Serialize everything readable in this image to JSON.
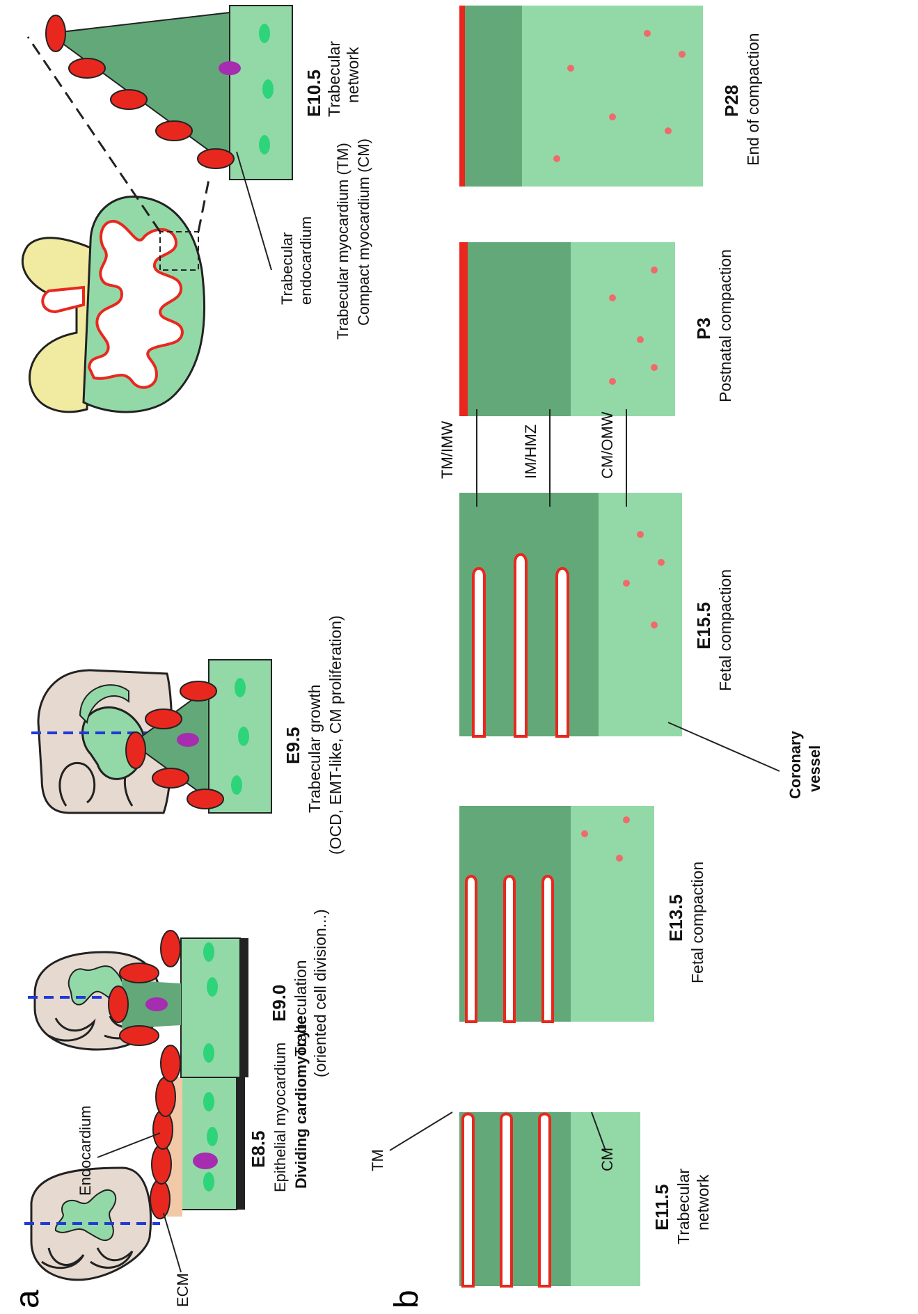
{
  "panel_labels": {
    "a": "a",
    "b": "b"
  },
  "colors": {
    "compact_myocardium": "#93d9a8",
    "trabecular_myocardium": "#63a878",
    "endocardium": "#e8281f",
    "nucleus": "#2ed47a",
    "ecm": "#f2c9a6",
    "embryo": "#e6d9cf",
    "outflow": "#f0eba1",
    "lavender": "#d6a8d8",
    "dashed_axis": "#1f3ad6",
    "vessel": "#f06a6a"
  },
  "panel_a": {
    "callouts": {
      "ecm": "ECM",
      "endocardium": "Endocardium",
      "epithelial_myocardium": "Epithelial myocardium",
      "dividing_cardiomyocyte": "Dividing cardiomyocyte",
      "trabecular_endocardium_1": "Trabecular",
      "trabecular_endocardium_2": "endocardium",
      "tm": "Trabecular myocardium (TM)",
      "cm": "Compact myocardium (CM)"
    },
    "stages": [
      {
        "stage": "E8.5",
        "desc": ""
      },
      {
        "stage": "E9.0",
        "desc": "Trabeculation",
        "desc2": "(oriented cell division...)"
      },
      {
        "stage": "E9.5",
        "desc": "Trabecular growth",
        "desc2": "(OCD, EMT-like, CM proliferation)"
      },
      {
        "stage": "E10.5",
        "desc": "Trabecular",
        "desc2": "network"
      }
    ]
  },
  "panel_b": {
    "callouts": {
      "tm": "TM",
      "cm": "CM",
      "coronary_1": "Coronary",
      "coronary_2": "vessel",
      "tm_imw": "TM/IMW",
      "im_hmz": "IM/HMZ",
      "cm_omw": "CM/OMW"
    },
    "stages": [
      {
        "stage": "E11.5",
        "desc": "Trabecular",
        "desc2": "network"
      },
      {
        "stage": "E13.5",
        "desc": "Fetal compaction"
      },
      {
        "stage": "E15.5",
        "desc": "Fetal compaction"
      },
      {
        "stage": "P3",
        "desc": "Postnatal compaction"
      },
      {
        "stage": "P28",
        "desc": "End of compaction"
      }
    ]
  }
}
